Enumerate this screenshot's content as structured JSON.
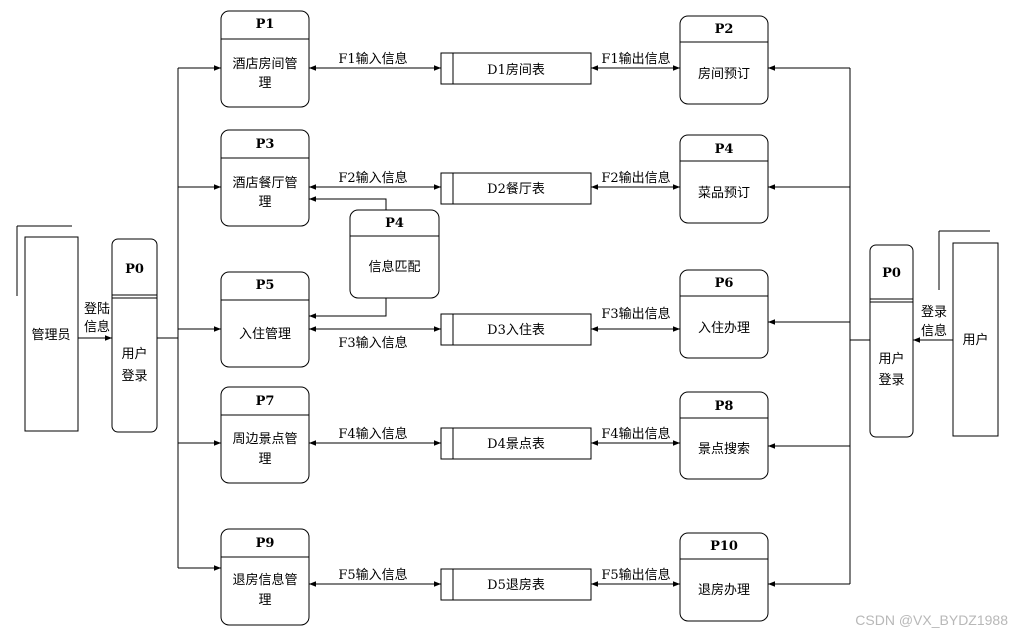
{
  "entities": {
    "admin": "管理员",
    "user": "用户"
  },
  "flows": {
    "admin_login": [
      "登陆",
      "信息"
    ],
    "user_login": [
      "登录",
      "信息"
    ]
  },
  "left_login": {
    "id": "P0",
    "name": [
      "用户",
      "登录"
    ]
  },
  "right_login": {
    "id": "P0",
    "name": [
      "用户",
      "登录"
    ]
  },
  "left_processes": [
    {
      "id": "P1",
      "name": [
        "酒店房间管",
        "理"
      ]
    },
    {
      "id": "P3",
      "name": [
        "酒店餐厅管",
        "理"
      ]
    },
    {
      "id": "P5",
      "name": [
        "入住管理"
      ]
    },
    {
      "id": "P7",
      "name": [
        "周边景点管",
        "理"
      ]
    },
    {
      "id": "P9",
      "name": [
        "退房信息管",
        "理"
      ]
    }
  ],
  "middle_process": {
    "id": "P4",
    "name": [
      "信息匹配"
    ]
  },
  "data_stores": [
    "D1房间表",
    "D2餐厅表",
    "D3入住表",
    "D4景点表",
    "D5退房表"
  ],
  "input_flows": [
    "F1输入信息",
    "F2输入信息",
    "F3输入信息",
    "F4输入信息",
    "F5输入信息"
  ],
  "output_flows": [
    "F1输出信息",
    "F2输出信息",
    "F3输出信息",
    "F4输出信息",
    "F5输出信息"
  ],
  "right_processes": [
    {
      "id": "P2",
      "name": [
        "房间预订"
      ]
    },
    {
      "id": "P4",
      "name": [
        "菜品预订"
      ]
    },
    {
      "id": "P6",
      "name": [
        "入住办理"
      ]
    },
    {
      "id": "P8",
      "name": [
        "景点搜索"
      ]
    },
    {
      "id": "P10",
      "name": [
        "退房办理"
      ]
    }
  ],
  "watermark": "CSDN @VX_BYDZ1988"
}
